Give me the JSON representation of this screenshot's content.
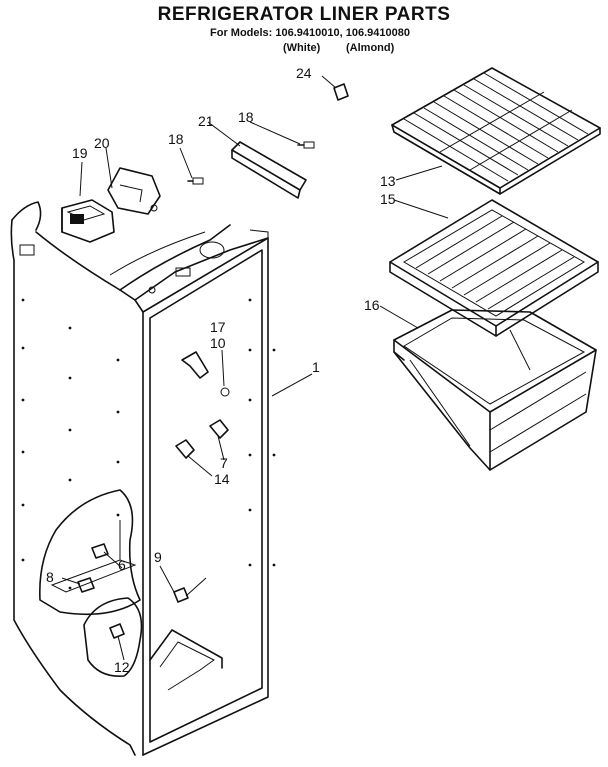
{
  "header": {
    "title": "REFRIGERATOR LINER PARTS",
    "models_line": "For Models: 106.9410010, 106.9410080",
    "variant_white": "(White)",
    "variant_almond": "(Almond)"
  },
  "callouts": {
    "c1": "1",
    "c6": "6",
    "c7": "7",
    "c8": "8",
    "c9": "9",
    "c10": "10",
    "c12": "12",
    "c13": "13",
    "c14": "14",
    "c15": "15",
    "c16": "16",
    "c17": "17",
    "c18a": "18",
    "c18b": "18",
    "c19": "19",
    "c20": "20",
    "c21": "21",
    "c24": "24"
  }
}
